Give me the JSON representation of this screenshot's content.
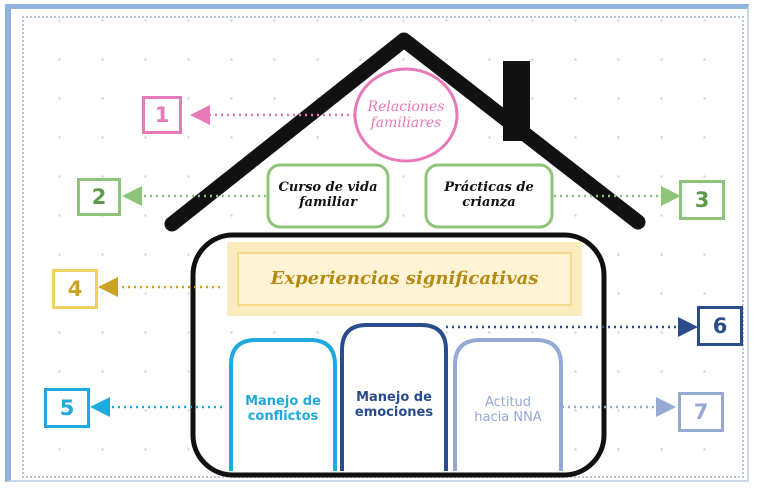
{
  "colors": {
    "pink": "#e879b8",
    "green": "#8cc47a",
    "gold": "#c9a227",
    "gold_fill": "#fbecc0",
    "cyan": "#1fa9de",
    "navy": "#2b4c8c",
    "lavender": "#94a9d4",
    "house": "#111111"
  },
  "nodes": {
    "relaciones": "Relaciones familiares",
    "curso": "Curso de vida familiar",
    "practicas": "Prácticas de crianza",
    "experiencias": "Experiencias significativas",
    "conflictos": "Manejo de conflictos",
    "emociones": "Manejo de emociones",
    "actitud": "Actitud hacia NNA"
  },
  "numbers": {
    "n1": "1",
    "n2": "2",
    "n3": "3",
    "n4": "4",
    "n5": "5",
    "n6": "6",
    "n7": "7"
  }
}
